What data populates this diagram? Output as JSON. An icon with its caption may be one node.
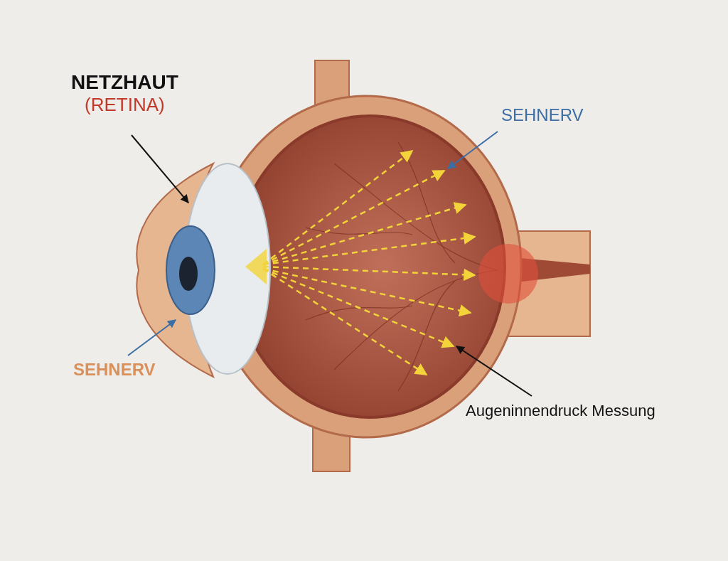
{
  "diagram": {
    "nodes": [
      {
        "text": [
          "NETZHAUT",
          "(RETINA)"
        ]
      },
      {
        "text": [
          "SEHNERV"
        ]
      },
      {
        "text": [
          "SEHNERV"
        ]
      },
      {
        "text": [
          "Augeninnendruck Messung"
        ]
      }
    ],
    "edges": [
      {
        "from": 0,
        "to": null,
        "arrow": "to"
      },
      {
        "from": 1,
        "to": null,
        "arrow": "to",
        "color": "#3a6ea5"
      },
      {
        "from": 2,
        "to": null,
        "arrow": "to",
        "color": "#3a6ea5"
      },
      {
        "from": 3,
        "to": null,
        "arrow": "to"
      }
    ]
  }
}
